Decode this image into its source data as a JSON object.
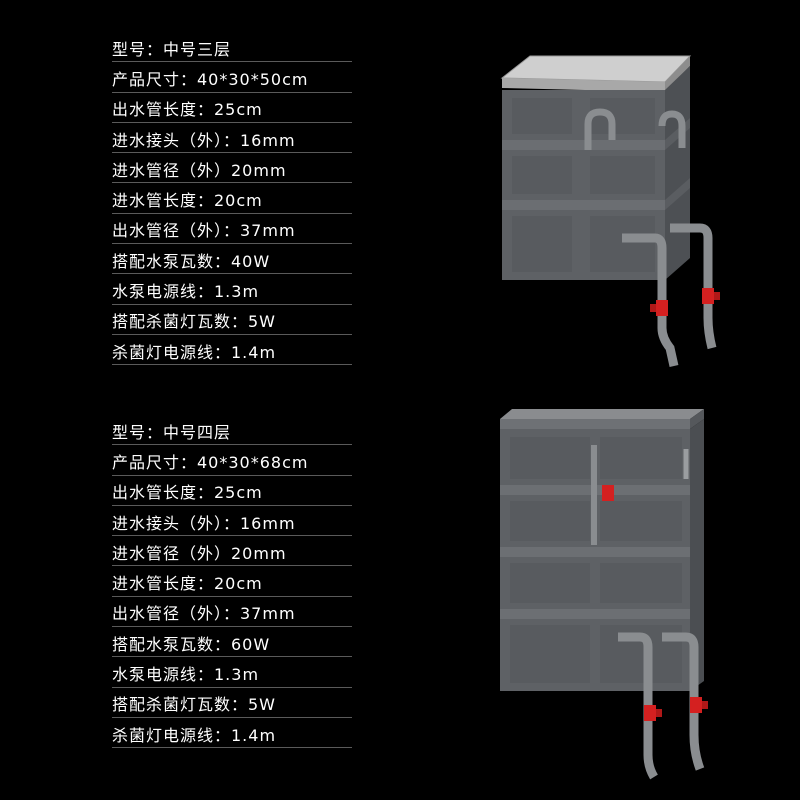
{
  "products": [
    {
      "specs": [
        "型号：中号三层",
        "产品尺寸：40*30*50cm",
        "出水管长度：25cm",
        "进水接头（外）：16mm",
        "进水管径（外）20mm",
        "进水管长度：20cm",
        "出水管径（外）：37mm",
        "搭配水泵瓦数：40W",
        "水泵电源线：1.3m",
        "搭配杀菌灯瓦数：5W",
        "杀菌灯电源线：1.4m"
      ]
    },
    {
      "specs": [
        "型号：中号四层",
        "产品尺寸：40*30*68cm",
        "出水管长度：25cm",
        "进水接头（外）：16mm",
        "进水管径（外）20mm",
        "进水管长度：20cm",
        "出水管径（外）：37mm",
        "搭配水泵瓦数：60W",
        "水泵电源线：1.3m",
        "搭配杀菌灯瓦数：5W",
        "杀菌灯电源线：1.4m"
      ]
    }
  ],
  "colors": {
    "background": "#000000",
    "crate": "#5f6266",
    "lid": "#d8d8d8",
    "pipe": "#8a8d90",
    "valve": "#d42020"
  }
}
